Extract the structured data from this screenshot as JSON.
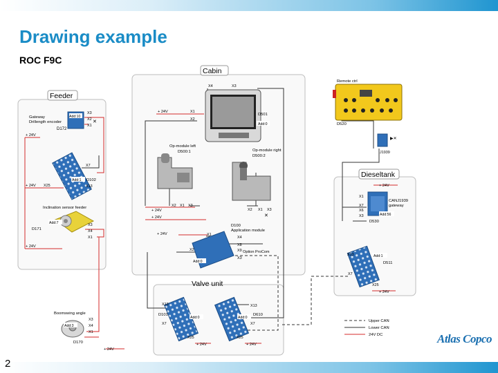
{
  "slide": {
    "title": "Drawing example",
    "subtitle": "ROC F9C",
    "page_number": "2",
    "logo_text": "Atlas Copco"
  },
  "groups": {
    "feeder": "Feeder",
    "cabin": "Cabin",
    "dieseltank": "Dieseltank",
    "valve_unit": "Valve unit"
  },
  "feeder": {
    "gateway_label1": "Gateway",
    "gateway_label2": "Drillength encoder",
    "gateway_id": "D172",
    "gateway_addr": "Add:10",
    "gateway_x3": "X3",
    "gateway_x2": "X2",
    "gateway_x1": "X1",
    "gateway_power": "+ 24V",
    "d102_id": "D102",
    "d102_addr": "Add:1",
    "d102_x7": "X7",
    "d102_x13": "X13",
    "d102_x25": "X25",
    "d102_power": "+ 24V",
    "sensor_label": "Inclination sensor feeder",
    "sensor_id": "D171",
    "sensor_addr": "Add:7",
    "sensor_x3": "X3",
    "sensor_x4": "X4",
    "sensor_x1": "X1",
    "sensor_power": "+ 24V"
  },
  "boomswing": {
    "label": "Boomswing angle",
    "id": "D170",
    "addr": "Add:3",
    "x3": "X3",
    "x4": "X4",
    "x1": "X1",
    "power": "+ 24V"
  },
  "cabin": {
    "display_id": "D501",
    "display_addr": "Add:0",
    "display_x4": "X4",
    "display_x3": "X3",
    "display_x1": "X1",
    "display_x2": "X2",
    "display_power": "+ 24V",
    "op_left_label": "Op-module left",
    "op_left_id": "D500:1",
    "op_right_label": "Op-module right",
    "op_right_id": "D500:2",
    "op_left_x2": "X2",
    "op_left_x1": "X1",
    "op_left_x3": "X3",
    "op_left_power": "+ 24V",
    "op_right_x2": "X2",
    "op_right_x1": "X1",
    "op_right_x3": "X3",
    "op_power2": "+ 24V",
    "app_id": "D100",
    "app_label": "Application module",
    "app_addr": "Add:0",
    "app_x1": "X1",
    "app_x4": "X4",
    "app_x8": "X8",
    "app_x9": "X9",
    "app_x3": "X3",
    "app_x2": "X2",
    "app_power": "+ 24V",
    "option_procom": "Option ProCom"
  },
  "remote": {
    "label": "Remote ctrl",
    "id": "D520",
    "j1939": "J1939"
  },
  "dieseltank": {
    "gateway_label1": "CANJ1939",
    "gateway_label2": "gateway",
    "gateway_id": "D530",
    "gateway_addr": "Add:56",
    "gateway_power": "+ 24V",
    "gateway_x1": "X1",
    "gateway_x7": "X7",
    "gateway_x6": "X6",
    "gateway_x3": "X3",
    "d511_id": "D511",
    "d511_addr": "Add:1",
    "d511_x13": "X13",
    "d511_x7": "X7",
    "d511_x25": "X25",
    "d511_power": "+ 24V"
  },
  "valve_unit": {
    "d101_id": "D101",
    "d101_addr": "Add:0",
    "d101_x13": "X13",
    "d101_x7": "X7",
    "d101_x25": "X25",
    "d101_power": "+ 24V",
    "d610_id": "D610",
    "d610_addr": "Add:0",
    "d610_x13": "X13",
    "d610_x7": "X7",
    "d610_x25": "X25",
    "d610_power": "+ 24V"
  },
  "legend": {
    "upper_can": "Upper CAN",
    "lower_can": "Lower CAN",
    "power": "24V DC"
  },
  "colors": {
    "title_blue": "#1a8cc6",
    "module_blue": "#2f6fb8",
    "wire_red": "#d42a2a",
    "wire_dark": "#333333",
    "group_border": "#b8b8b8",
    "sensor_yellow": "#e8d23a",
    "remote_yellow": "#f2c81c"
  }
}
